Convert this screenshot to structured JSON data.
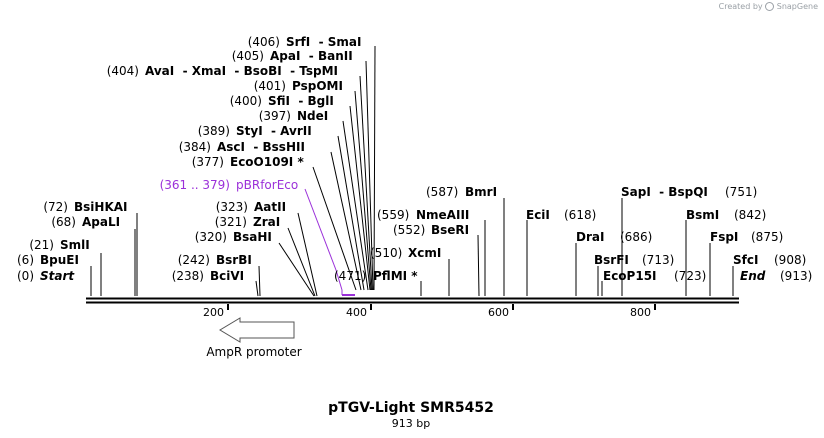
{
  "credit": {
    "text": "Created by",
    "brand": "SnapGene"
  },
  "plasmid": {
    "name": "pTGV-Light SMR5452",
    "length_label": "913 bp"
  },
  "sequence_length": 913,
  "ruler_ticks": [
    "200",
    "400",
    "600",
    "800"
  ],
  "primer": {
    "name": "pBRforEco",
    "range": "(361 .. 379)",
    "color": "#9b30d9"
  },
  "feature": {
    "name": "AmpR promoter"
  },
  "ends": [
    {
      "pos": "(0)",
      "name": "Start"
    },
    {
      "pos": "(913)",
      "name": "End"
    }
  ],
  "enzymes_left": [
    {
      "pos": "(6)",
      "name": "BpuEI"
    },
    {
      "pos": "(21)",
      "name": "SmlI"
    },
    {
      "pos": "(68)",
      "name": "ApaLI"
    },
    {
      "pos": "(72)",
      "name": "BsiHKAI"
    },
    {
      "pos": "(238)",
      "name": "BciVI"
    },
    {
      "pos": "(242)",
      "name": "BsrBI"
    },
    {
      "pos": "(320)",
      "name": "BsaHI"
    },
    {
      "pos": "(321)",
      "name": "ZraI"
    },
    {
      "pos": "(323)",
      "name": "AatII"
    },
    {
      "pos": "(377)",
      "name": "EcoO109I *"
    },
    {
      "pos": "(384)",
      "name": "AscI  - BssHII"
    },
    {
      "pos": "(389)",
      "name": "StyI  - AvrII"
    },
    {
      "pos": "(397)",
      "name": "NdeI"
    },
    {
      "pos": "(400)",
      "name": "SfiI  - BglI"
    },
    {
      "pos": "(401)",
      "name": "PspOMI"
    },
    {
      "pos": "(404)",
      "name": "AvaI  - XmaI  - BsoBI  - TspMI"
    },
    {
      "pos": "(405)",
      "name": "ApaI  - BanII"
    },
    {
      "pos": "(406)",
      "name": "SrfI  - SmaI"
    }
  ],
  "enzymes_right": [
    {
      "pos": "(471)",
      "name": "PflMI *"
    },
    {
      "pos": "(510)",
      "name": "XcmI"
    },
    {
      "pos": "(552)",
      "name": "BseRI"
    },
    {
      "pos": "(559)",
      "name": "NmeAIII"
    },
    {
      "pos": "(587)",
      "name": "BmrI"
    },
    {
      "pos": "(618)",
      "name": "EciI"
    },
    {
      "pos": "(686)",
      "name": "DraI"
    },
    {
      "pos": "(713)",
      "name": "BsrFI"
    },
    {
      "pos": "(723)",
      "name": "EcoP15I"
    },
    {
      "pos": "(751)",
      "name": "SapI  - BspQI"
    },
    {
      "pos": "(842)",
      "name": "BsmI"
    },
    {
      "pos": "(875)",
      "name": "FspI"
    },
    {
      "pos": "(908)",
      "name": "SfcI"
    }
  ]
}
